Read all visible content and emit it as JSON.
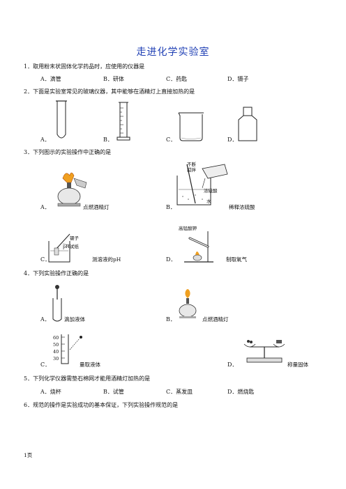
{
  "title": "走进化学实验室",
  "q1": {
    "stem": "1．取用粉末状固体化学药品时，应使用的仪器是",
    "options": [
      "A．滴管",
      "B．研体",
      "C．药匙",
      "D．镊子"
    ]
  },
  "q2": {
    "stem": "2．下面是实验室常见的玻璃仪器，其中能够在酒精灯上直接加热的是",
    "options": [
      "A．",
      "B．",
      "C．",
      "D．"
    ]
  },
  "q3": {
    "stem": "3．下列图示的实验操作中正确的是",
    "A": {
      "letter": "A．",
      "caption": "点燃酒精灯"
    },
    "B": {
      "letter": "B．",
      "caption": "稀释浓硫酸",
      "labels": [
        "不断",
        "搅拌",
        "浓硫酸",
        "水"
      ]
    },
    "C": {
      "letter": "C．",
      "caption": "测溶液的pH",
      "labels": [
        "镊子",
        "pH试纸"
      ]
    },
    "D": {
      "letter": "D．",
      "caption": "制取氧气",
      "labels": [
        "高锰酸钾"
      ]
    }
  },
  "q4": {
    "stem": "4．下列实验操作正确的是",
    "A": {
      "letter": "A．",
      "caption": "滴加液体"
    },
    "B": {
      "letter": "B．",
      "caption": "点燃酒精灯"
    },
    "C": {
      "letter": "C．",
      "caption": "量取液体",
      "ticks": [
        "60",
        "50",
        "40",
        "30"
      ]
    },
    "D": {
      "letter": "D．",
      "caption": "称量固体"
    }
  },
  "q5": {
    "stem": "5．下列化学仪器需垫石棉网才能用酒精灯加热的是",
    "options": [
      "A．烧杯",
      "B．试管",
      "C．蒸发皿",
      "D．燃烧匙"
    ]
  },
  "q6": {
    "stem": "6．规范的操作是实验成功的基本保证，下列实验操作规范的是"
  },
  "footer": "1页"
}
